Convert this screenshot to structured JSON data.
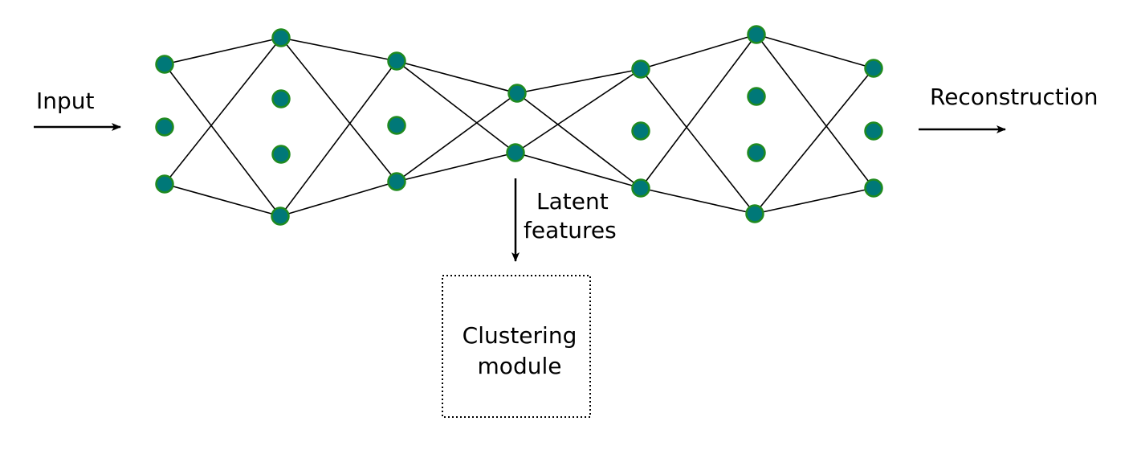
{
  "labels": {
    "input": "Input",
    "reconstruction": "Reconstruction",
    "latent_line1": "Latent",
    "latent_line2": "features",
    "cluster_line1": "Clustering",
    "cluster_line2": "module"
  },
  "colors": {
    "node_fill": "#007878",
    "node_stroke": "#1f8a1f",
    "edge": "#000000",
    "background": "#ffffff"
  },
  "network": {
    "layers": [
      {
        "name": "input-layer",
        "node_count": 3
      },
      {
        "name": "hidden-layer-1",
        "node_count": 4
      },
      {
        "name": "hidden-layer-2",
        "node_count": 3
      },
      {
        "name": "latent-layer",
        "node_count": 2
      },
      {
        "name": "hidden-layer-3",
        "node_count": 3
      },
      {
        "name": "hidden-layer-4",
        "node_count": 4
      },
      {
        "name": "output-layer",
        "node_count": 3
      }
    ]
  }
}
